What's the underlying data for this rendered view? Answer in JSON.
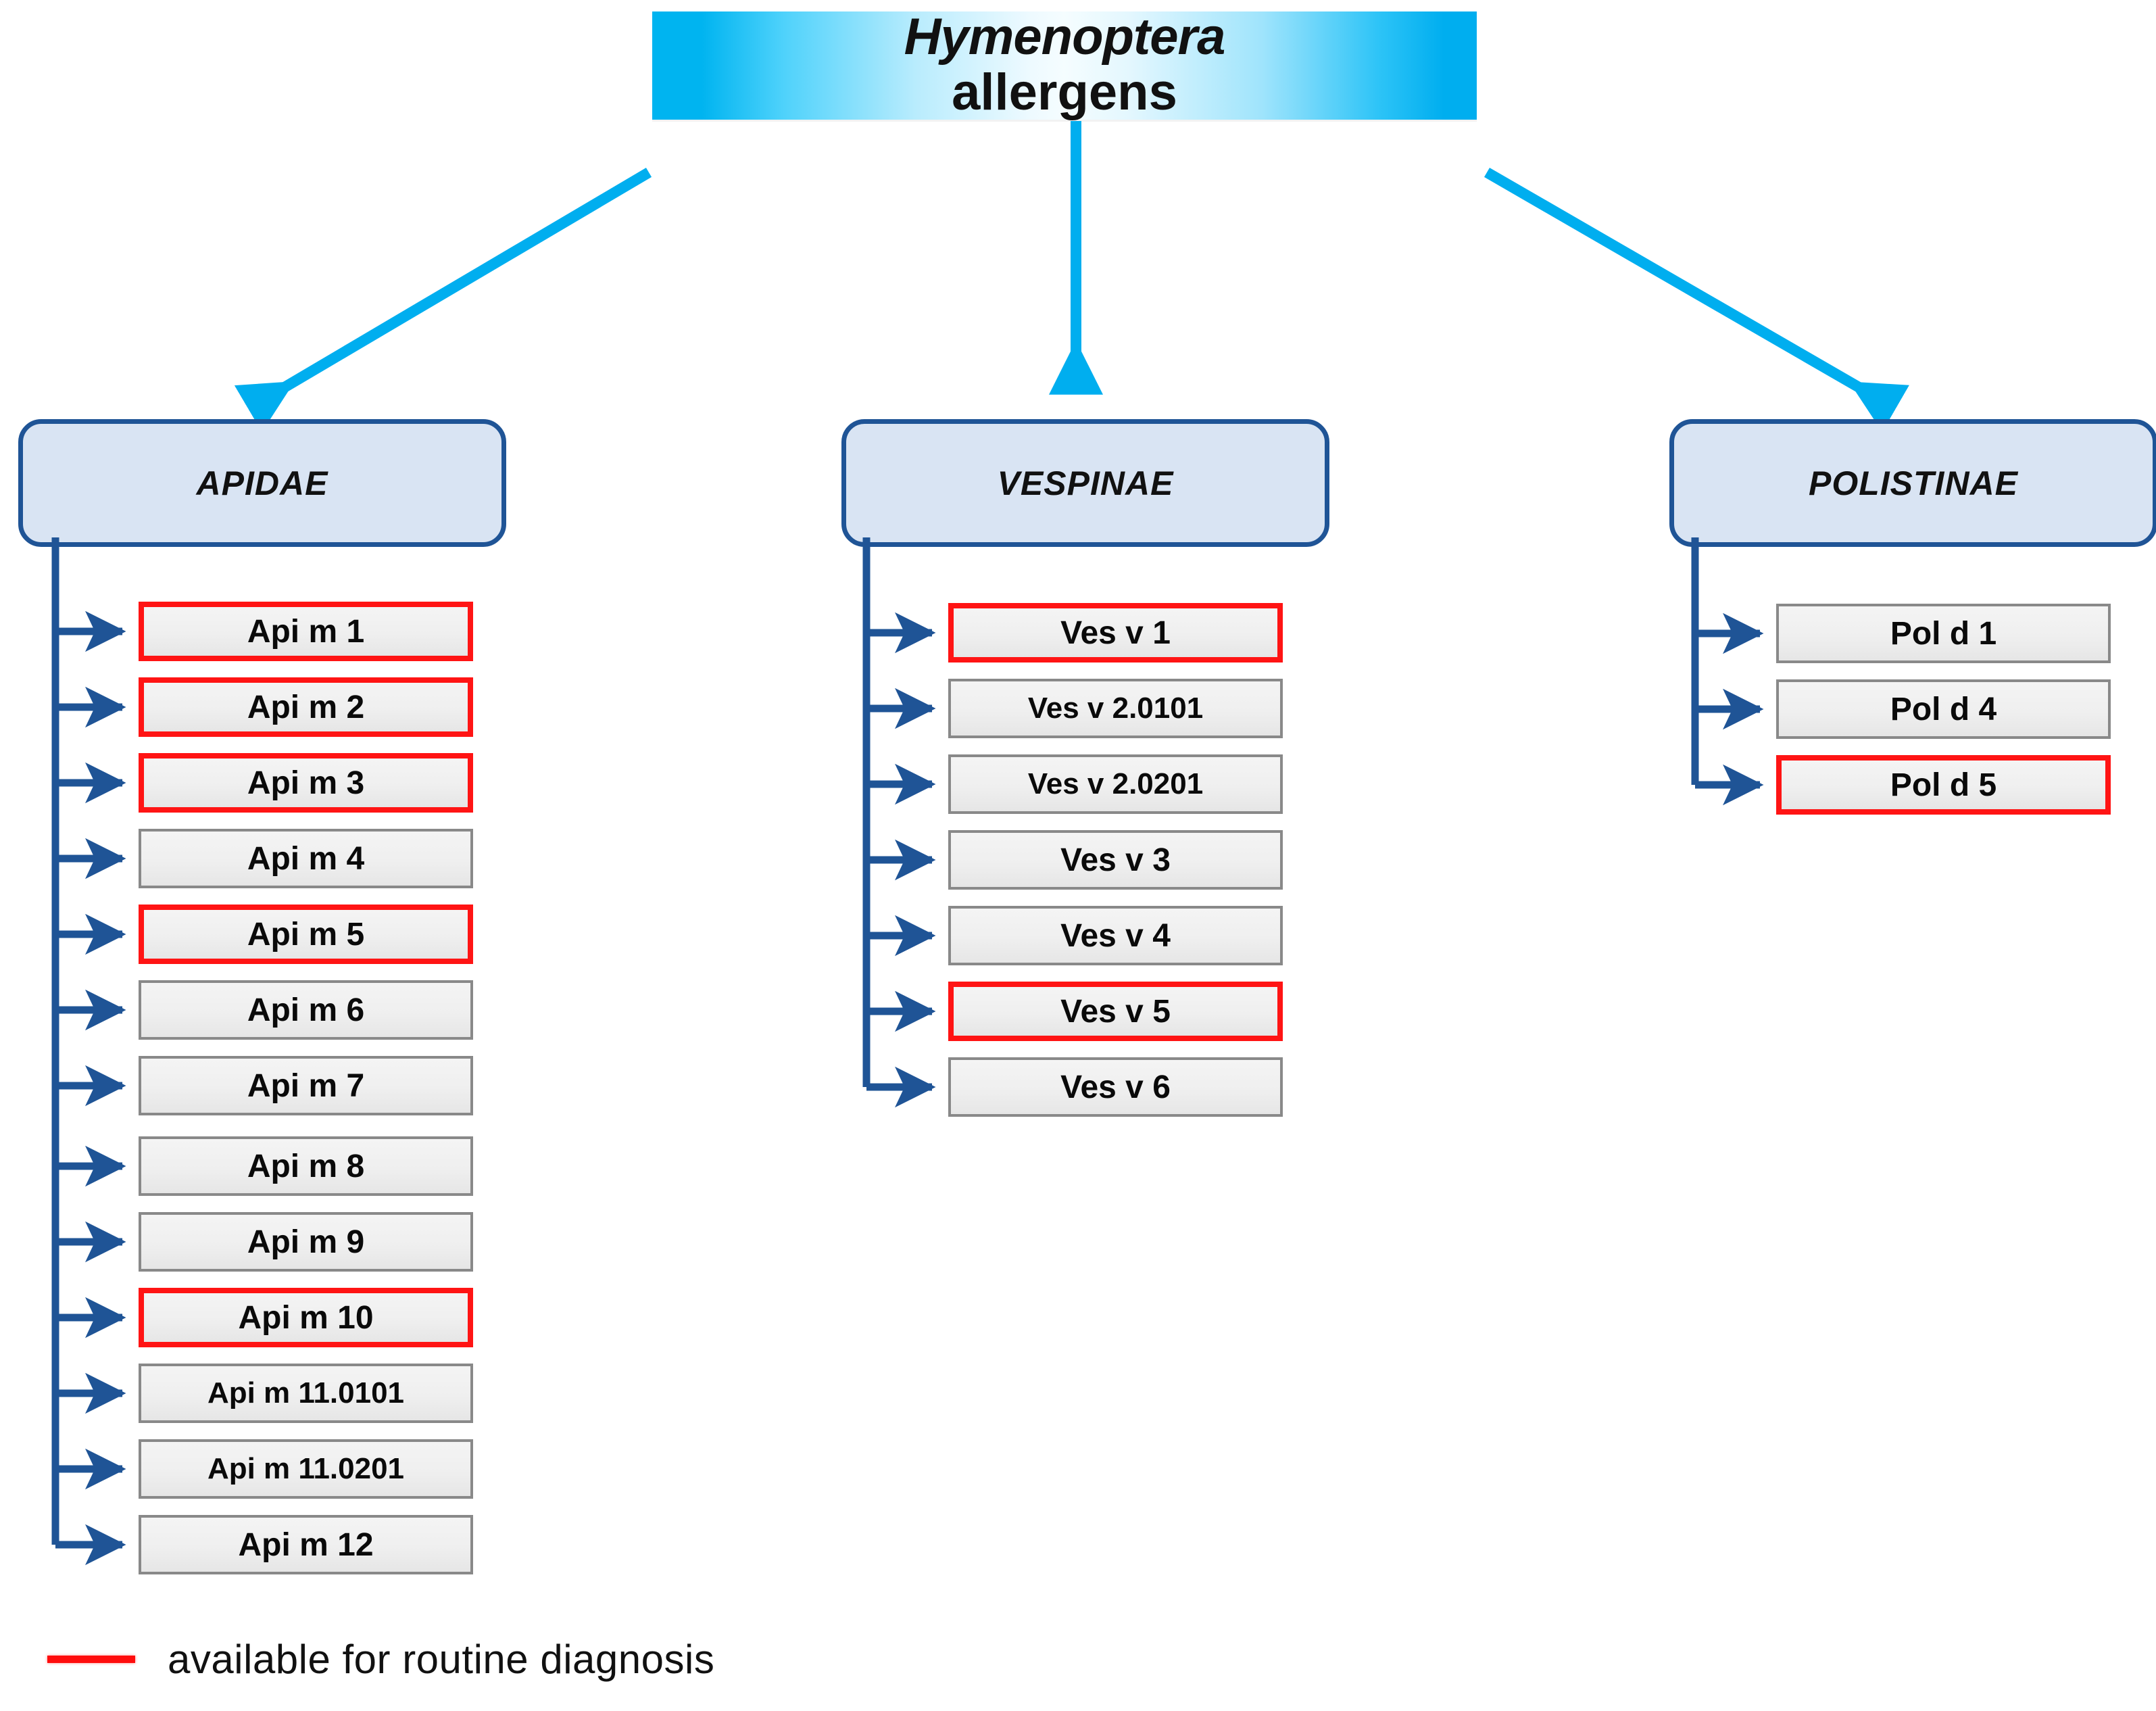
{
  "root": {
    "title_line1": "Hymenoptera",
    "title_line2": "allergens",
    "gradient_edge_color": "#00aeef",
    "gradient_center_color": "#f5fdff"
  },
  "colors": {
    "family_fill": "#d9e4f3",
    "family_border": "#1f5496",
    "allergen_fill": "#efefef",
    "allergen_border_gray": "#898989",
    "allergen_border_red": "#ff1414",
    "connector_blue": "#1f5496",
    "connector_cyan": "#00aeef",
    "legend_red": "#ff0d0d"
  },
  "families": [
    {
      "name": "APIDAE",
      "allergens": [
        {
          "label": "Api m 1",
          "highlight": true
        },
        {
          "label": "Api m 2",
          "highlight": true
        },
        {
          "label": "Api m 3",
          "highlight": true
        },
        {
          "label": "Api m 4",
          "highlight": false
        },
        {
          "label": "Api m 5",
          "highlight": true
        },
        {
          "label": "Api m 6",
          "highlight": false
        },
        {
          "label": "Api m 7",
          "highlight": false
        },
        {
          "label": "Api m 8",
          "highlight": false
        },
        {
          "label": "Api m 9",
          "highlight": false
        },
        {
          "label": "Api m 10",
          "highlight": true
        },
        {
          "label": "Api m 11.0101",
          "highlight": false
        },
        {
          "label": "Api m 11.0201",
          "highlight": false
        },
        {
          "label": "Api m 12",
          "highlight": false
        }
      ]
    },
    {
      "name": "VESPINAE",
      "allergens": [
        {
          "label": "Ves v 1",
          "highlight": true
        },
        {
          "label": "Ves v 2.0101",
          "highlight": false
        },
        {
          "label": "Ves v 2.0201",
          "highlight": false
        },
        {
          "label": "Ves v 3",
          "highlight": false
        },
        {
          "label": "Ves v 4",
          "highlight": false
        },
        {
          "label": "Ves v 5",
          "highlight": true
        },
        {
          "label": "Ves v 6",
          "highlight": false
        }
      ]
    },
    {
      "name": "POLISTINAE",
      "allergens": [
        {
          "label": "Pol d 1",
          "highlight": false
        },
        {
          "label": "Pol d 4",
          "highlight": false
        },
        {
          "label": "Pol d 5",
          "highlight": true
        }
      ]
    }
  ],
  "legend": {
    "text": "available for routine diagnosis"
  }
}
